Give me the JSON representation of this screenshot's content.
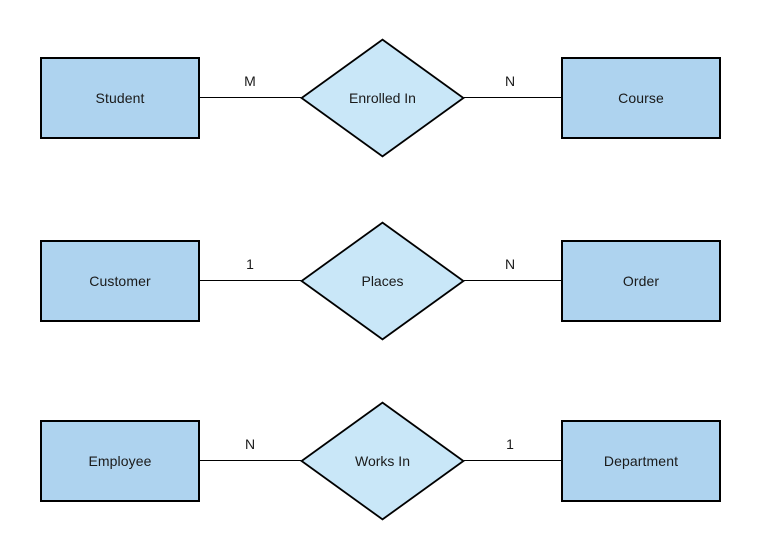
{
  "diagram": {
    "type": "entity-relationship-diagram",
    "background_color": "#ffffff",
    "entity_fill_color": "#aed3ef",
    "relationship_fill_color": "#c9e7f8",
    "stroke_color": "#000000",
    "rows": [
      {
        "left_entity": "Student",
        "left_cardinality": "M",
        "relationship": "Enrolled In",
        "right_cardinality": "N",
        "right_entity": "Course"
      },
      {
        "left_entity": "Customer",
        "left_cardinality": "1",
        "relationship": "Places",
        "right_cardinality": "N",
        "right_entity": "Order"
      },
      {
        "left_entity": "Employee",
        "left_cardinality": "N",
        "relationship": "Works In",
        "right_cardinality": "1",
        "right_entity": "Department"
      }
    ]
  }
}
